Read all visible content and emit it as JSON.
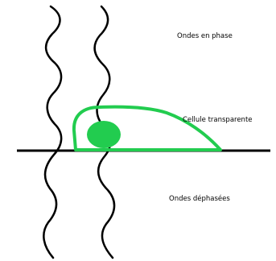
{
  "labels": {
    "in_phase": "Ondes en phase",
    "cell": "Cellule transparente",
    "out_of_phase": "Ondes déphasées"
  },
  "colors": {
    "background": "#ffffff",
    "wave": "#000000",
    "baseline": "#000000",
    "cell_outline": "#22cc4f",
    "nucleus": "#22cc4f"
  }
}
